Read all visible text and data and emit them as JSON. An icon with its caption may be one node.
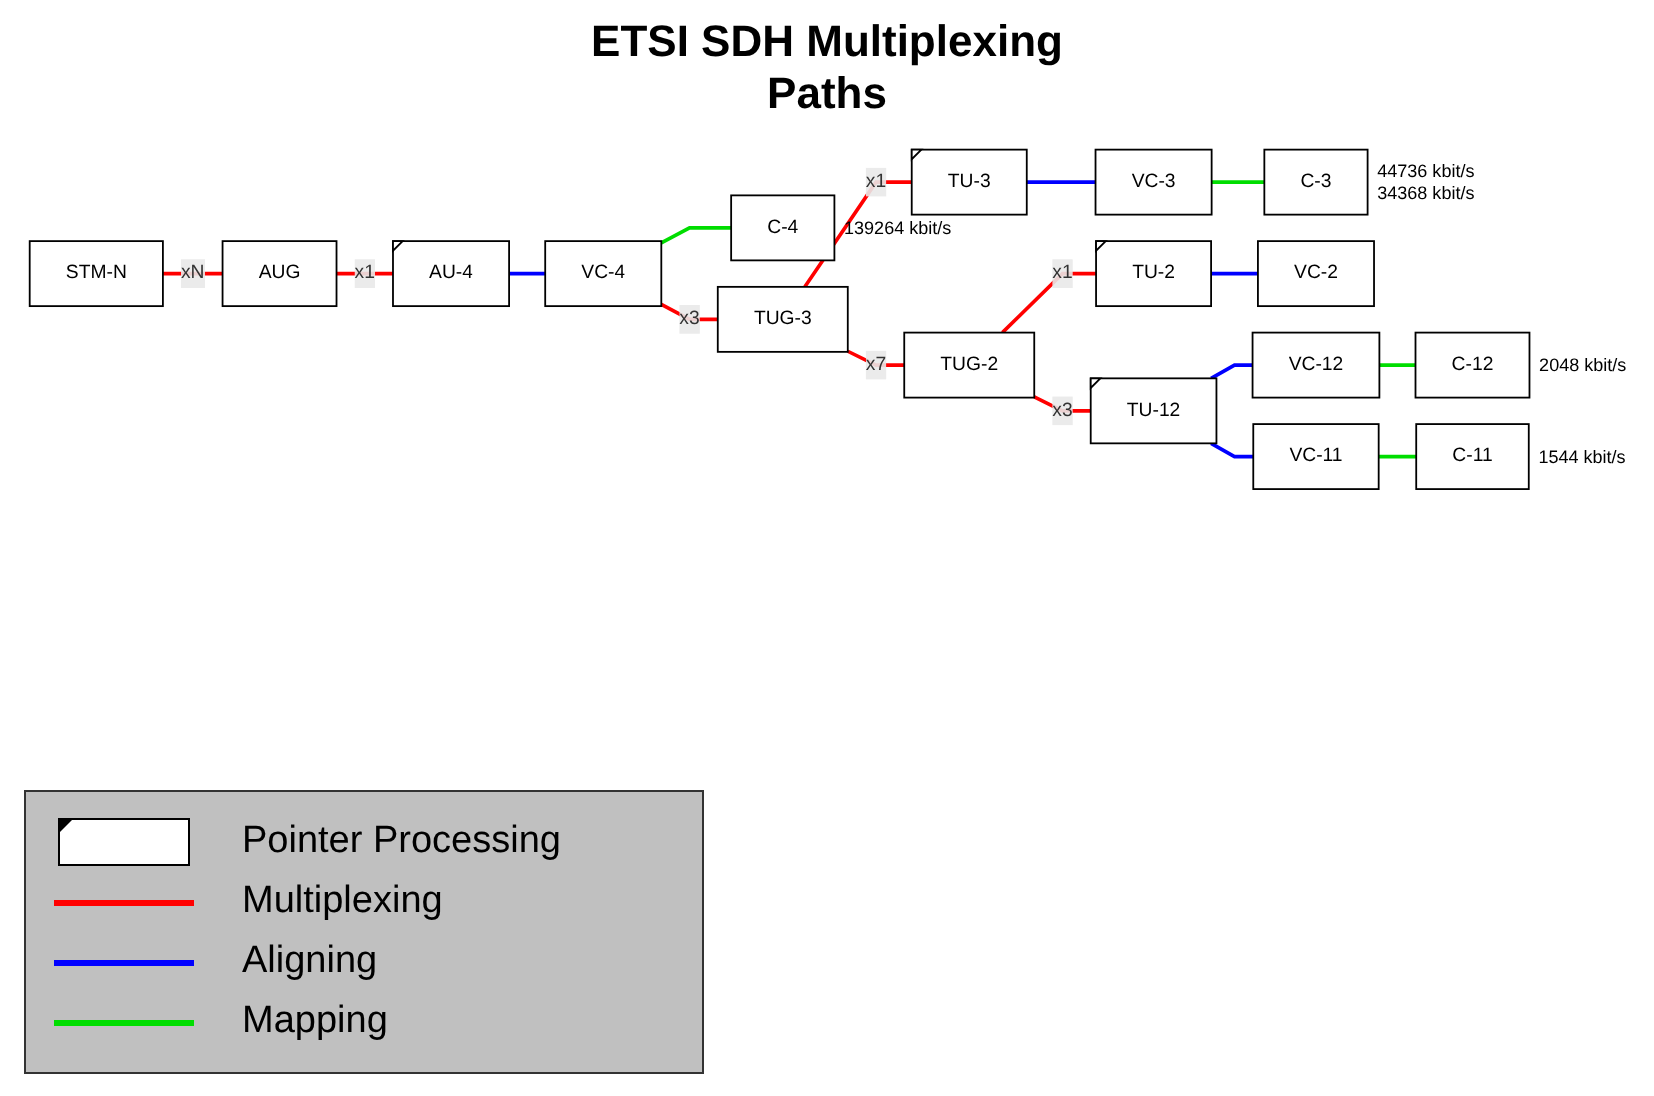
{
  "diagram": {
    "title": "ETSI SDH Multiplexing Paths",
    "nodes": [
      {
        "text": [
          "STM-N"
        ]
      },
      {
        "text": [
          "AUG"
        ]
      },
      {
        "text": [
          "AU-4"
        ]
      },
      {
        "text": [
          "VC-4"
        ]
      },
      {
        "text": [
          "C-4"
        ],
        "beside": [
          "139264 kbit/s"
        ]
      },
      {
        "text": [
          "TUG-3"
        ]
      },
      {
        "text": [
          "TU-3"
        ]
      },
      {
        "text": [
          "VC-3"
        ]
      },
      {
        "text": [
          "C-3"
        ],
        "beside": [
          "44736 kbit/s",
          "34368 kbit/s"
        ]
      },
      {
        "text": [
          "TUG-2"
        ]
      },
      {
        "text": [
          "TU-2"
        ]
      },
      {
        "text": [
          "VC-2"
        ]
      },
      {
        "text": [
          "TU-12"
        ]
      },
      {
        "text": [
          "VC-12"
        ]
      },
      {
        "text": [
          "C-12"
        ],
        "beside": [
          "2048 kbit/s"
        ]
      },
      {
        "text": [
          "VC-11"
        ]
      },
      {
        "text": [
          "C-11"
        ],
        "beside": [
          "1544 kbit/s"
        ]
      }
    ],
    "edges": [
      {
        "from": 0,
        "to": 1,
        "arrow": "none",
        "label": "xN",
        "color": "#ff0000"
      },
      {
        "from": 1,
        "to": 2,
        "arrow": "none",
        "label": "x1",
        "color": "#ff0000"
      },
      {
        "from": 2,
        "to": 3,
        "arrow": "none",
        "color": "#0000ff"
      },
      {
        "from": 3,
        "to": 4,
        "arrow": "none",
        "color": "#00dd00"
      },
      {
        "from": 3,
        "to": 5,
        "arrow": "none",
        "label": "x3",
        "color": "#ff0000"
      },
      {
        "from": 5,
        "to": 6,
        "arrow": "none",
        "label": "x1",
        "color": "#ff0000"
      },
      {
        "from": 6,
        "to": 7,
        "arrow": "none",
        "color": "#0000ff"
      },
      {
        "from": 7,
        "to": 8,
        "arrow": "none",
        "color": "#00dd00"
      },
      {
        "from": 5,
        "to": 9,
        "arrow": "none",
        "label": "x7",
        "color": "#ff0000"
      },
      {
        "from": 9,
        "to": 10,
        "arrow": "none",
        "label": "x1",
        "color": "#ff0000"
      },
      {
        "from": 10,
        "to": 11,
        "arrow": "none",
        "color": "#0000ff"
      },
      {
        "from": 9,
        "to": 12,
        "arrow": "none",
        "label": "x3",
        "color": "#ff0000"
      },
      {
        "from": 12,
        "to": 13,
        "arrow": "none",
        "color": "#0000ff"
      },
      {
        "from": 13,
        "to": 14,
        "arrow": "none",
        "color": "#00dd00"
      },
      {
        "from": 12,
        "to": 15,
        "arrow": "none",
        "color": "#0000ff"
      },
      {
        "from": 15,
        "to": 16,
        "arrow": "none",
        "color": "#00dd00"
      }
    ],
    "legend": [
      {
        "text": "Pointer Processing"
      },
      {
        "text": "Multiplexing",
        "color": "#ff0000"
      },
      {
        "text": "Aligning",
        "color": "#0000ff"
      },
      {
        "text": "Mapping",
        "color": "#00dd00"
      }
    ]
  }
}
